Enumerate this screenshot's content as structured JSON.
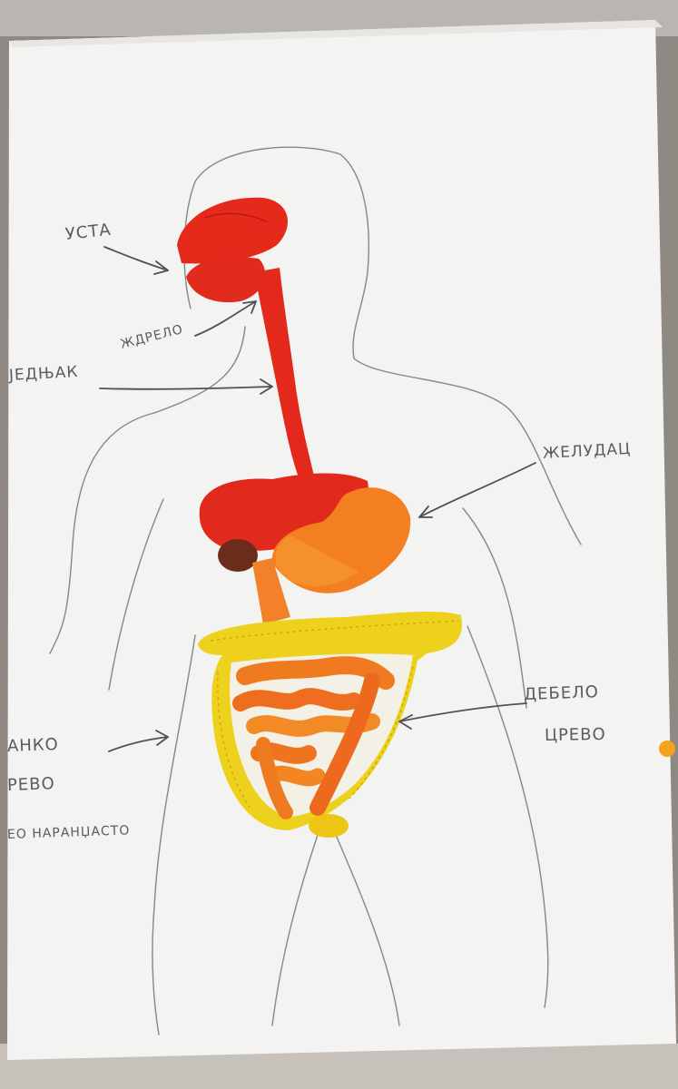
{
  "photo": {
    "subject": "plasticine digestive-system model on paper",
    "colors": {
      "table": "#8c8680",
      "paper": "#f3f3f1",
      "pencil": "#7b7b82",
      "red": "#e2281c",
      "orange_red": "#ef5a1e",
      "orange": "#f5861f",
      "yellow": "#ecd21c",
      "brown": "#6a2c1a"
    }
  },
  "labels": {
    "mouth": "УСТА",
    "throat": "ЖДРЕЛО",
    "esophagus": "ЈЕДЊАК",
    "stomach": "ЖЕЛУДАЦ",
    "large_intestine_1": "ДЕБЕЛО",
    "large_intestine_2": "ЦРЕВО",
    "small_intestine_1": "АНКО",
    "small_intestine_2": "РЕВО",
    "small_intestine_3": "ЕО НАРАНЏАСТО"
  }
}
